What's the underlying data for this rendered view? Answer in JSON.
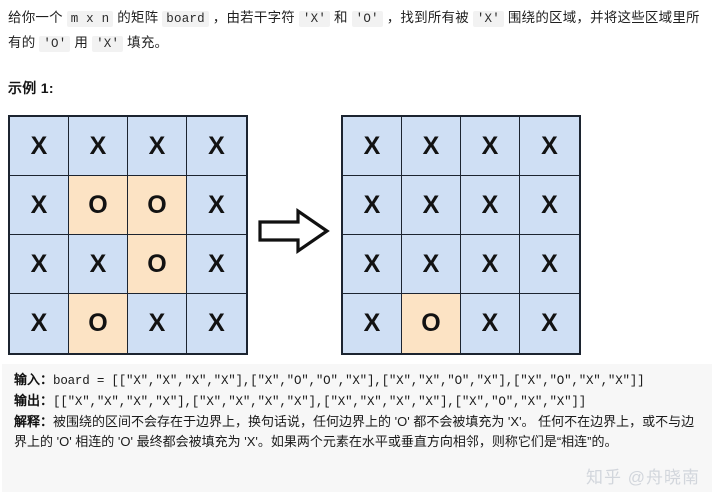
{
  "statement": {
    "part1": "给你一个 ",
    "chip_mxn": "m x n",
    "part2": " 的矩阵 ",
    "chip_board": "board",
    "part3": " ，由若干字符 ",
    "chip_x1": "'X'",
    "part4": " 和 ",
    "chip_o1": "'O'",
    "part5": " ，找到所有被 ",
    "chip_x2": "'X'",
    "part6": " 围绕的区域，并将这些区域里所有的 ",
    "chip_o2": "'O'",
    "part7": " 用 ",
    "chip_x3": "'X'",
    "part8": " 填充。"
  },
  "example_heading": "示例 1:",
  "figure": {
    "input_grid": {
      "label": "input-board",
      "rows": [
        [
          "X",
          "X",
          "X",
          "X"
        ],
        [
          "X",
          "O",
          "O",
          "X"
        ],
        [
          "X",
          "X",
          "O",
          "X"
        ],
        [
          "X",
          "O",
          "X",
          "X"
        ]
      ]
    },
    "output_grid": {
      "label": "output-board",
      "rows": [
        [
          "X",
          "X",
          "X",
          "X"
        ],
        [
          "X",
          "X",
          "X",
          "X"
        ],
        [
          "X",
          "X",
          "X",
          "X"
        ],
        [
          "X",
          "O",
          "X",
          "X"
        ]
      ]
    },
    "arrow_icon": "right-arrow-icon",
    "colors": {
      "x_cell": "#cfdff4",
      "o_cell": "#fce3c4",
      "grid_line": "#1c2430"
    }
  },
  "explanation": {
    "input_label": "输入：",
    "input_value": "board = [[\"X\",\"X\",\"X\",\"X\"],[\"X\",\"O\",\"O\",\"X\"],[\"X\",\"X\",\"O\",\"X\"],[\"X\",\"O\",\"X\",\"X\"]]",
    "output_label": "输出：",
    "output_value": "[[\"X\",\"X\",\"X\",\"X\"],[\"X\",\"X\",\"X\",\"X\"],[\"X\",\"X\",\"X\",\"X\"],[\"X\",\"O\",\"X\",\"X\"]]",
    "note_label": "解释：",
    "note_text": "被围绕的区间不会存在于边界上，换句话说，任何边界上的 'O' 都不会被填充为 'X'。 任何不在边界上，或不与边界上的 'O' 相连的 'O' 最终都会被填充为 'X'。如果两个元素在水平或垂直方向相邻，则称它们是“相连”的。"
  },
  "watermark": "知乎 @舟晓南"
}
